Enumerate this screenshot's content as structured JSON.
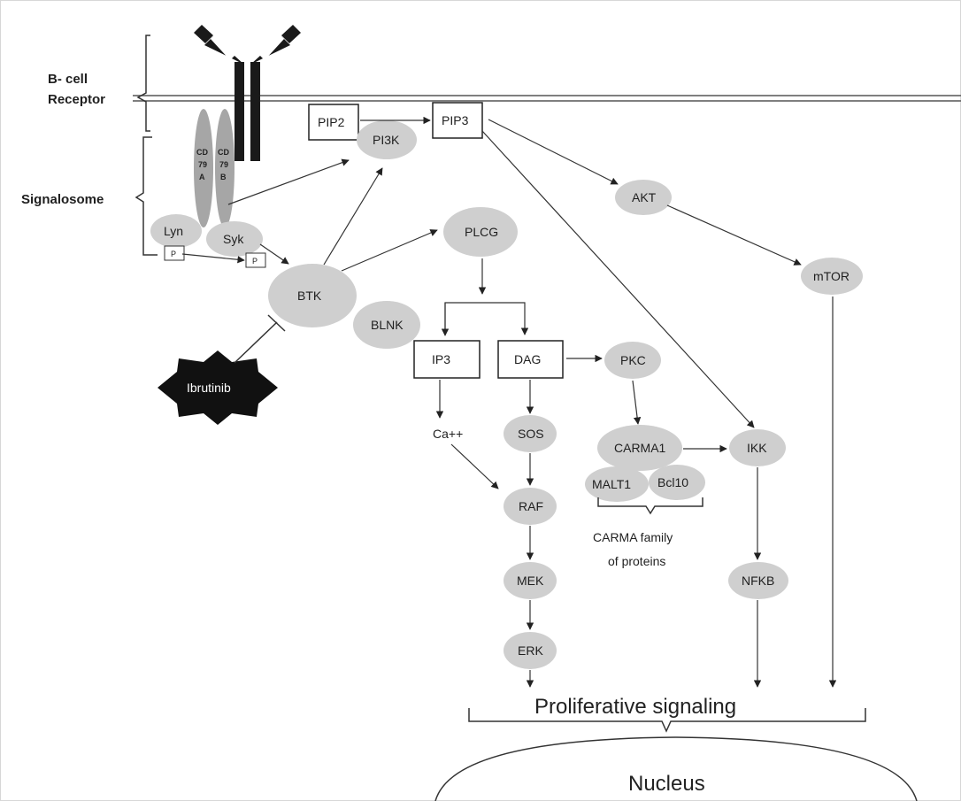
{
  "labels": {
    "bcell_line1": "B- cell",
    "bcell_line2": "Receptor",
    "signalosome": "Signalosome",
    "cd79a_1": "CD",
    "cd79a_2": "79",
    "cd79a_3": "A",
    "cd79b_1": "CD",
    "cd79b_2": "79",
    "cd79b_3": "B",
    "lyn": "Lyn",
    "syk": "Syk",
    "p1": "P",
    "p2": "P",
    "pip2": "PIP2",
    "pip3": "PIP3",
    "pi3k": "PI3K",
    "akt": "AKT",
    "mtor": "mTOR",
    "btk": "BTK",
    "blnk": "BLNK",
    "plcg": "PLCG",
    "ibrutinib": "Ibrutinib",
    "ip3": "IP3",
    "dag": "DAG",
    "pkc": "PKC",
    "ca": "Ca++",
    "sos": "SOS",
    "raf": "RAF",
    "mek": "MEK",
    "erk": "ERK",
    "carma1": "CARMA1",
    "malt1": "MALT1",
    "bcl10": "Bcl10",
    "carma_family_1": "CARMA family",
    "carma_family_2": "of proteins",
    "ikk": "IKK",
    "nfkb": "NFKB",
    "proliferative": "Proliferative signaling",
    "nucleus": "Nucleus"
  },
  "colors": {
    "node_fill": "#cfcfcf",
    "receptor_fill": "#1a1a1a",
    "cd79_fill": "#a6a6a6",
    "line": "#333333"
  }
}
